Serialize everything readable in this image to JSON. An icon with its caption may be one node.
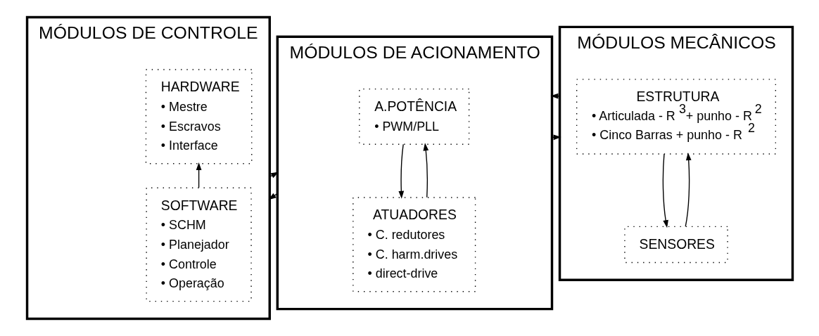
{
  "diagram": {
    "nodes": [
      {
        "text": [
          "MÓDULOS DE CONTROLE"
        ]
      },
      {
        "text": [
          "HARDWARE",
          "• Mestre",
          "• Escravos",
          "• Interface"
        ],
        "in": 0
      },
      {
        "text": [
          "SOFTWARE",
          "• SCHM",
          "• Planejador",
          "• Controle",
          "• Operação"
        ],
        "in": 0
      },
      {
        "text": [
          "MÓDULOS DE ACIONAMENTO"
        ]
      },
      {
        "text": [
          "A.POTÊNCIA",
          "• PWM/PLL"
        ],
        "in": 3
      },
      {
        "text": [
          "ATUADORES",
          "• C. redutores",
          "• C. harm.drives",
          "• direct-drive"
        ],
        "in": 3
      },
      {
        "text": [
          "MÓDULOS MECÂNICOS"
        ]
      },
      {
        "text": [
          "ESTRUTURA",
          "• Articulada - R$^{3}$+ punho - R$^{2}$",
          "• Cinco Barras + punho - R$^{2}$"
        ],
        "in": 6
      },
      {
        "text": [
          "SENSORES"
        ],
        "in": 6
      }
    ],
    "edges": [
      {
        "from": 2,
        "to": 1,
        "arrow": "to"
      },
      {
        "from": 0,
        "to": 3,
        "arrow": "to"
      },
      {
        "from": 3,
        "to": 0,
        "arrow": "to"
      },
      {
        "from": 3,
        "to": 6,
        "arrow": "to"
      },
      {
        "from": 6,
        "to": 3,
        "arrow": "to"
      },
      {
        "from": 4,
        "to": 5,
        "arrow": "to"
      },
      {
        "from": 5,
        "to": 4,
        "arrow": "to"
      },
      {
        "from": 7,
        "to": 8,
        "arrow": "to"
      },
      {
        "from": 8,
        "to": 7,
        "arrow": "to"
      }
    ]
  }
}
